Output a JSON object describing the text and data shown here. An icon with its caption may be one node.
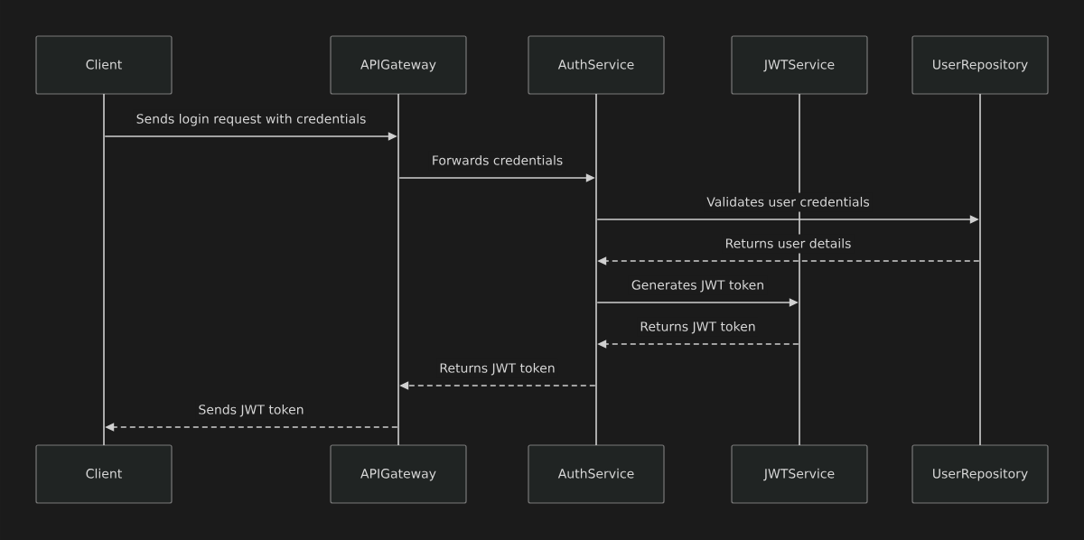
{
  "diagram": {
    "nodes": [
      {
        "text": [
          "Client"
        ]
      },
      {
        "text": [
          "APIGateway"
        ]
      },
      {
        "text": [
          "AuthService"
        ]
      },
      {
        "text": [
          "JWTService"
        ]
      },
      {
        "text": [
          "UserRepository"
        ]
      },
      {
        "text": [
          "Client"
        ]
      },
      {
        "text": [
          "APIGateway"
        ]
      },
      {
        "text": [
          "AuthService"
        ]
      },
      {
        "text": [
          "JWTService"
        ]
      },
      {
        "text": [
          "UserRepository"
        ]
      },
      {
        "text": [],
        "shape": "line"
      },
      {
        "text": [],
        "shape": "line"
      },
      {
        "text": [],
        "shape": "line"
      },
      {
        "text": [],
        "shape": "line"
      },
      {
        "text": [],
        "shape": "line"
      }
    ],
    "edges": [
      {
        "from": 10,
        "to": 11,
        "arrow": "to",
        "label": "Sends login request with credentials"
      },
      {
        "from": 11,
        "to": 12,
        "arrow": "to",
        "label": "Forwards credentials"
      },
      {
        "from": 12,
        "to": 14,
        "arrow": "to",
        "label": "Validates user credentials"
      },
      {
        "from": 14,
        "to": 12,
        "arrow": "to",
        "label": "Returns user details",
        "style": "dashed"
      },
      {
        "from": 12,
        "to": 13,
        "arrow": "to",
        "label": "Generates JWT token"
      },
      {
        "from": 13,
        "to": 12,
        "arrow": "to",
        "label": "Returns JWT token",
        "style": "dashed"
      },
      {
        "from": 12,
        "to": 11,
        "arrow": "to",
        "label": "Returns JWT token",
        "style": "dashed"
      },
      {
        "from": 11,
        "to": 10,
        "arrow": "to",
        "label": "Sends JWT token",
        "style": "dashed"
      }
    ]
  }
}
